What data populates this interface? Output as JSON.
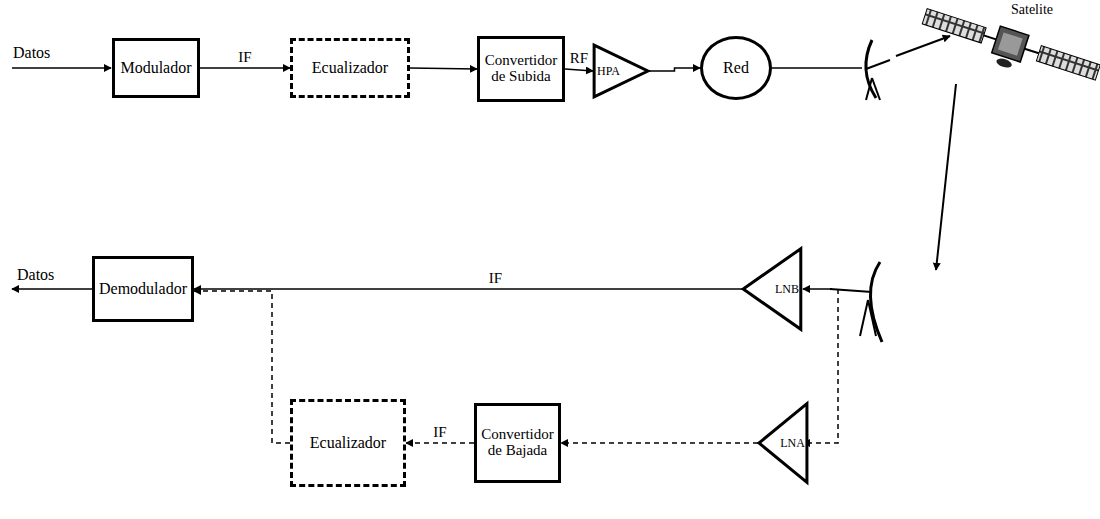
{
  "diagram": {
    "nodes": [
      {
        "text": [
          "Modulador"
        ]
      },
      {
        "text": [
          "Ecualizador"
        ]
      },
      {
        "text": [
          "Convertidor de Subida"
        ]
      },
      {
        "text": [
          "HPA"
        ]
      },
      {
        "text": [
          "Red"
        ]
      },
      {
        "text": [
          "Demodulador"
        ]
      },
      {
        "text": [
          "LNB"
        ]
      },
      {
        "text": [
          "LNA"
        ]
      },
      {
        "text": [
          "Convertidor de Bajada"
        ]
      },
      {
        "text": [
          "Ecualizador"
        ]
      }
    ],
    "edges": [
      {
        "from": 0,
        "to": 1,
        "label": "IF",
        "arrow": "to"
      },
      {
        "from": 1,
        "to": 2,
        "arrow": "to"
      },
      {
        "from": 2,
        "to": 3,
        "label": "RF",
        "arrow": "to"
      },
      {
        "from": 3,
        "to": 4,
        "arrow": "to"
      },
      {
        "from": 6,
        "to": 5,
        "label": "IF",
        "arrow": "to"
      },
      {
        "from": 7,
        "to": 8,
        "arrow": "to"
      },
      {
        "from": 8,
        "to": 9,
        "label": "IF",
        "arrow": "to"
      },
      {
        "from": 9,
        "to": 5,
        "arrow": "to"
      }
    ],
    "labels": [
      "Satelite",
      "Datos",
      "Datos"
    ]
  }
}
